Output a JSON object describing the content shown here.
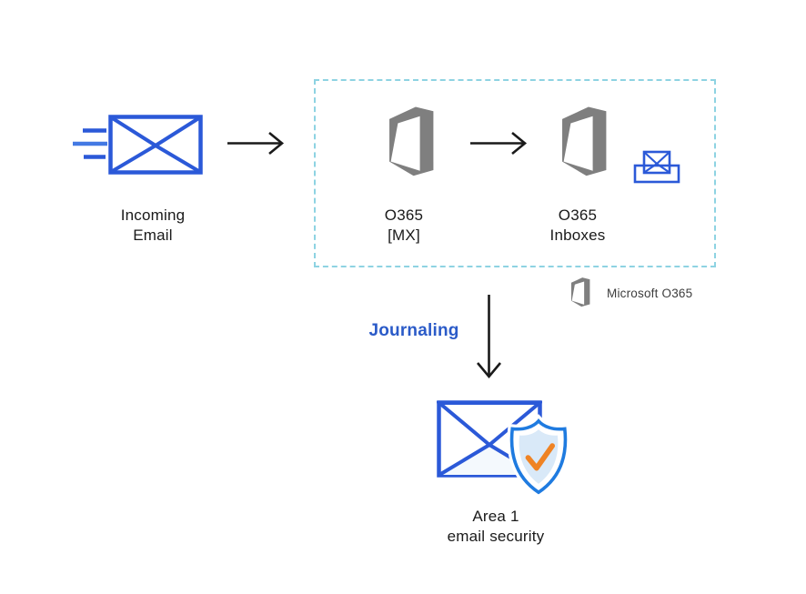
{
  "diagram": {
    "incoming_email": {
      "line1": "Incoming",
      "line2": "Email"
    },
    "o365_mx": {
      "line1": "O365",
      "line2": "[MX]"
    },
    "o365_inboxes": {
      "line1": "O365",
      "line2": "Inboxes"
    },
    "legend": {
      "label": "Microsoft O365"
    },
    "journaling": {
      "label": "Journaling"
    },
    "area1": {
      "line1": "Area 1",
      "line2": "email security"
    }
  },
  "colors": {
    "envelope_blue": "#2b59d8",
    "speed_line_light": "#4379e3",
    "office_gray": "#7f7f7f",
    "dashed_border": "#8ed3e2",
    "journaling_blue": "#2b5bc8",
    "area1_blue": "#1f7be0",
    "area1_fill": "#d9e9f8",
    "check_orange": "#ef8324",
    "arrow_black": "#1a1a1a",
    "text_black": "#1a1a1a"
  }
}
